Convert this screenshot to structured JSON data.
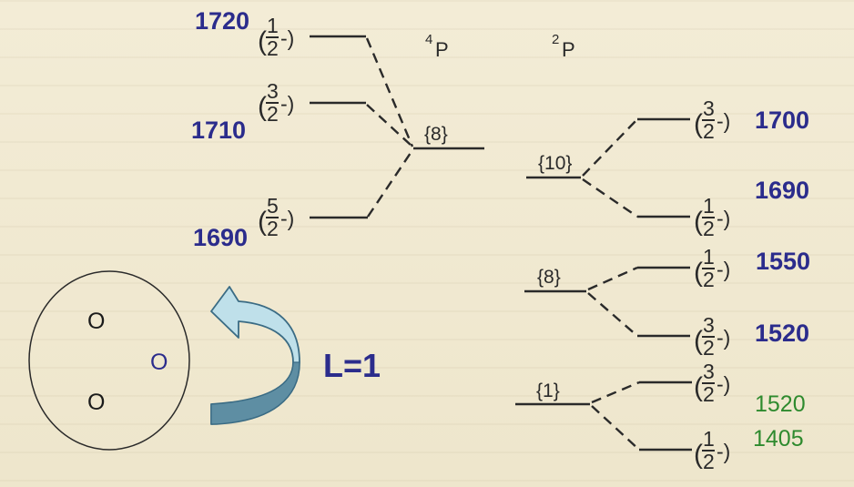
{
  "left_multiplet": {
    "masses": [
      "1720",
      "1710",
      "1690"
    ],
    "spins": [
      {
        "num": "1",
        "den": "2"
      },
      {
        "num": "3",
        "den": "2"
      },
      {
        "num": "5",
        "den": "2"
      }
    ],
    "center_label": "{8}",
    "quartet_label": {
      "sup": "4",
      "base": "P"
    }
  },
  "right_multiplets": {
    "doublet_label": {
      "sup": "2",
      "base": "P"
    },
    "groups": [
      {
        "label": "{10}",
        "upper": {
          "num": "3",
          "den": "2",
          "mass": "1700"
        },
        "lower": {
          "num": "1",
          "den": "2",
          "mass": "1690"
        }
      },
      {
        "label": "{8}",
        "upper": {
          "num": "1",
          "den": "2",
          "mass": "1550"
        },
        "lower": {
          "num": "3",
          "den": "2",
          "mass": "1520"
        }
      },
      {
        "label": "{1}",
        "upper": {
          "num": "3",
          "den": "2",
          "mass": "1520"
        },
        "lower": {
          "num": "1",
          "den": "2",
          "mass": "1405"
        }
      }
    ]
  },
  "colors": {
    "mass_blue": "#2b2c8c",
    "mass_green": "#2e8a2e",
    "line": "#2a2a2a",
    "arrow_fill": "#bfe0ea"
  },
  "quark_model": {
    "quarks": [
      "O",
      "O",
      "O"
    ],
    "orbital_label": "L=1"
  }
}
